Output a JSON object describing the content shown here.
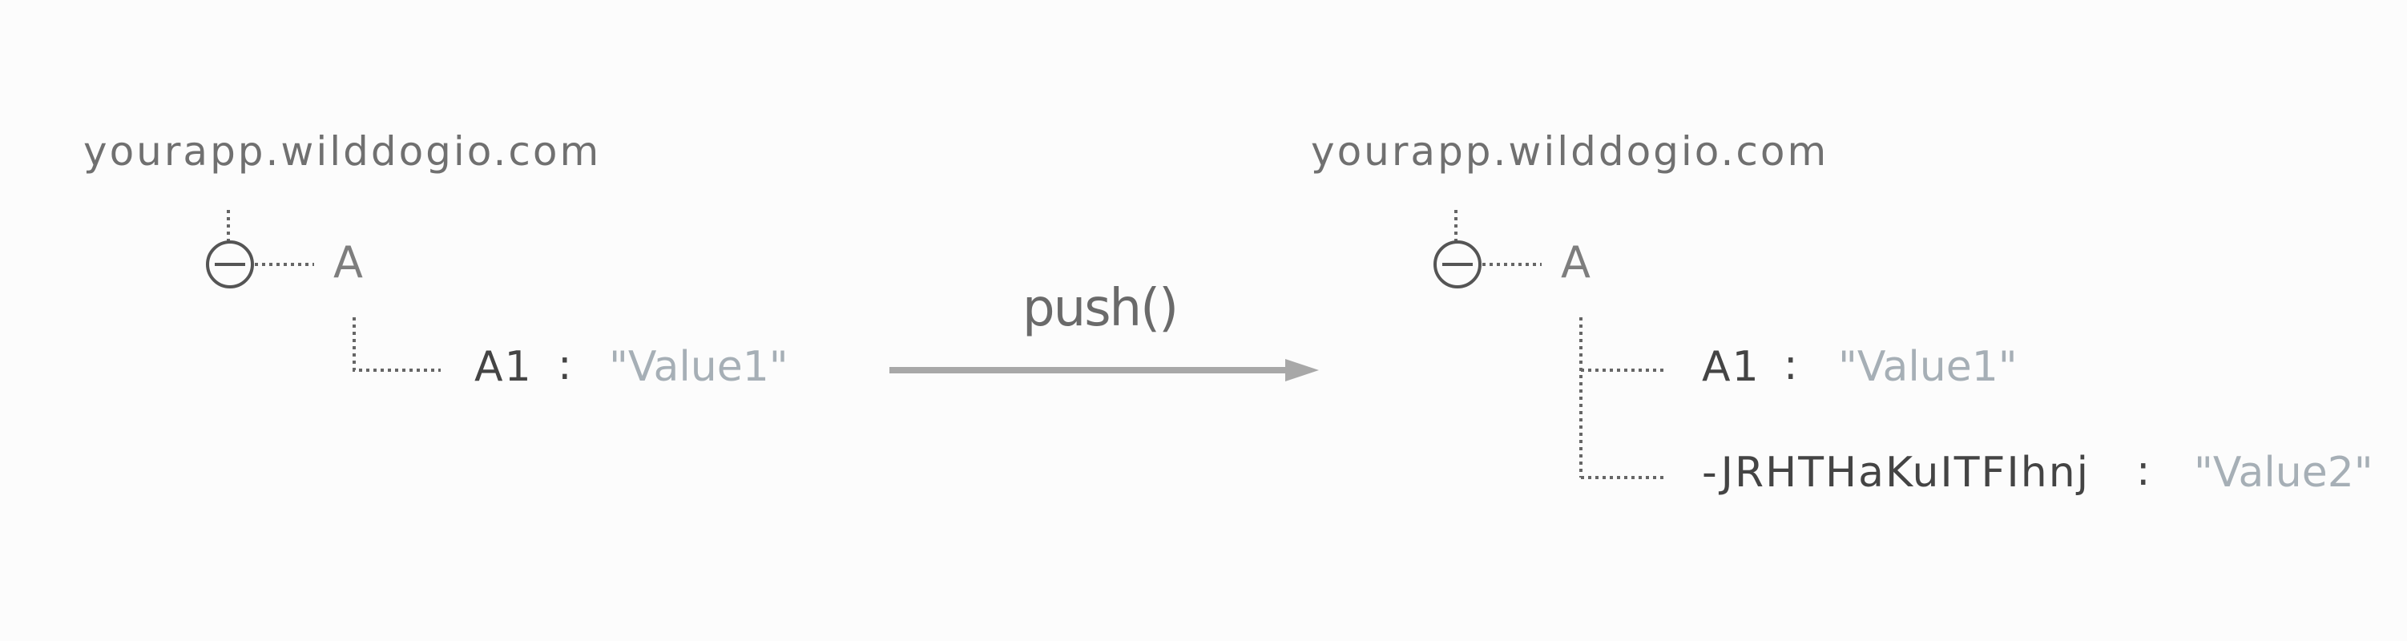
{
  "left_tree": {
    "root_url": "yourapp.wilddogio.com",
    "node_key": "A",
    "children": [
      {
        "key": "A1",
        "value": "\"Value1\""
      }
    ]
  },
  "operation": {
    "label": "push()"
  },
  "right_tree": {
    "root_url": "yourapp.wilddogio.com",
    "node_key": "A",
    "children": [
      {
        "key": "A1",
        "value": "\"Value1\""
      },
      {
        "key": "-JRHTHaKuITFIhnj",
        "value": "\"Value2\""
      }
    ]
  },
  "separator": ":",
  "colors": {
    "background": "#fcfcfc",
    "url_text": "#707070",
    "key_text": "#444444",
    "value_text": "#a6afb6",
    "connector": "#666666",
    "arrow": "#a8a8a8"
  },
  "icons": {
    "collapse": "minus-circle-icon"
  }
}
